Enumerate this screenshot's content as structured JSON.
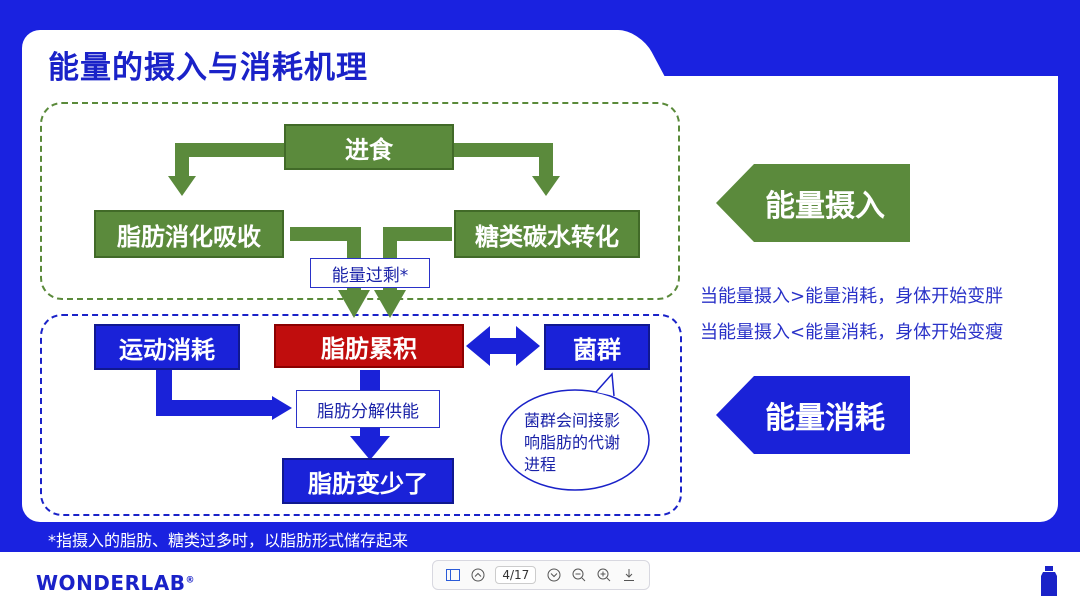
{
  "title": "能量的摄入与消耗机理",
  "footnote": "*指摄入的脂肪、糖类过多时，以脂肪形式储存起来",
  "intake": {
    "eat": "进食",
    "fat_digest": "脂肪消化吸收",
    "carb_convert": "糖类碳水转化",
    "surplus": "能量过剩*"
  },
  "consume": {
    "exercise": "运动消耗",
    "fat_accum": "脂肪累积",
    "flora": "菌群",
    "fat_break": "脂肪分解供能",
    "fat_less": "脂肪变少了",
    "bubble": "菌群会间接影响脂肪的代谢进程"
  },
  "right": {
    "intake_tag": "能量摄入",
    "line1": "当能量摄入>能量消耗，身体开始变胖",
    "line2": "当能量摄入<能量消耗，身体开始变瘦",
    "consume_tag": "能量消耗"
  },
  "footer": {
    "logo": "WONDERLAB",
    "logo_mark": "®",
    "page": "4/17"
  },
  "colors": {
    "brand_blue": "#1a22e0",
    "green": "#5b8a3c",
    "red": "#c00d0d"
  },
  "icons": [
    "sidebar-icon",
    "page-up-icon",
    "page-down-icon",
    "zoom-out-icon",
    "zoom-in-icon",
    "download-icon",
    "bottle-icon"
  ]
}
